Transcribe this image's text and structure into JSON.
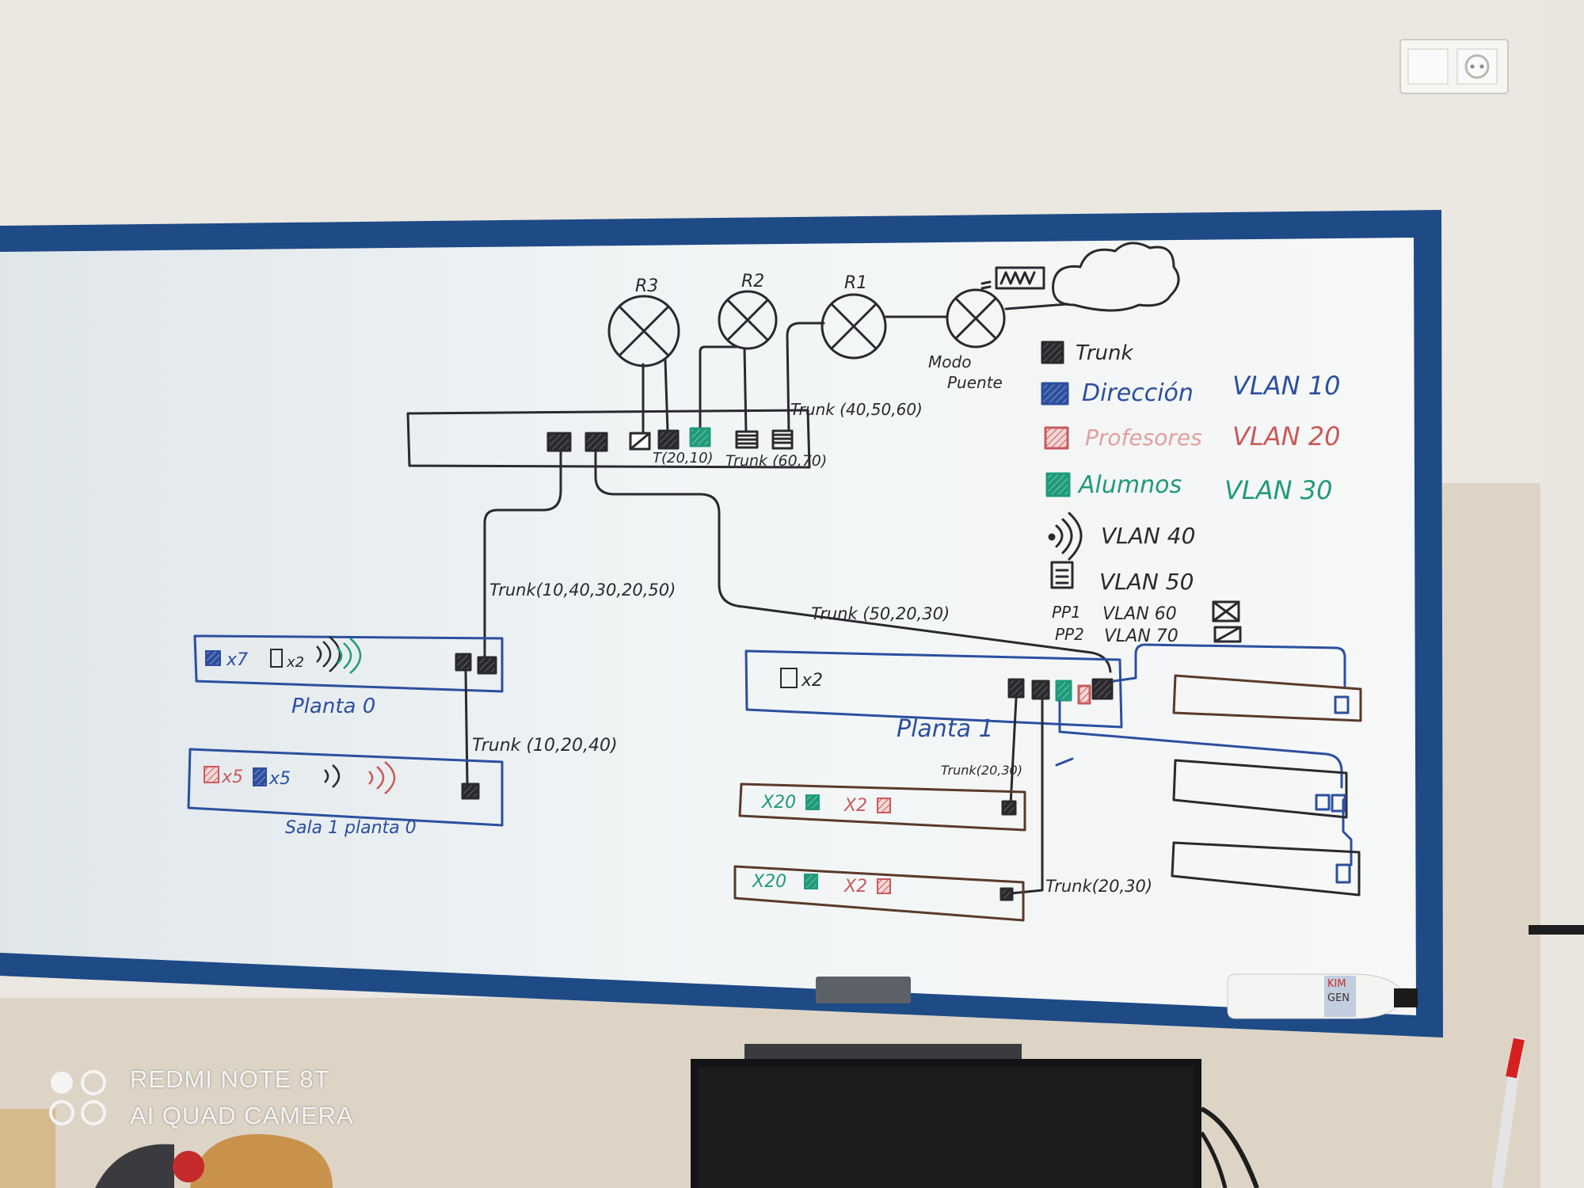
{
  "colors": {
    "wall": "#ebe7e1",
    "wall_lower": "#ddd4c6",
    "frame": "#1e4a86",
    "board": "#eef2f4",
    "ink_black": "#2a2a2e",
    "ink_blue": "#2c4f9e",
    "ink_red": "#c95a5a",
    "ink_green": "#1f9a7a",
    "monitor": "#141416",
    "bottle_cap": "#1b1b1b"
  },
  "icons": [
    "router-icon",
    "cloud-icon",
    "modem-icon",
    "wifi-icon",
    "document-icon",
    "trunk-port-icon",
    "wall-socket-icon"
  ],
  "routers": {
    "r3": "R3",
    "r2": "R2",
    "r1": "R1"
  },
  "modem": {
    "label_line1": "Modo",
    "label_line2": "Puente"
  },
  "core_switch": {
    "trunk_top": "Trunk (40,50,60)",
    "t_label": "T(20,10)",
    "trunk_bottom": "Trunk (60,70)"
  },
  "links": {
    "to_planta0": "Trunk(10,40,30,20,50)",
    "to_planta1": "Trunk (50,20,30)",
    "to_sala1": "Trunk (10,20,40)",
    "planta1_down": "Trunk(20,30)",
    "planta1_down2": "Trunk(20,30)"
  },
  "planta0": {
    "name": "Planta 0",
    "contents": {
      "pc_count": "x7",
      "printer_count": "x2"
    }
  },
  "sala1": {
    "name": "Sala 1 planta 0",
    "contents": {
      "red_count": "x5",
      "blue_count": "x5"
    }
  },
  "planta1": {
    "name": "Planta 1",
    "contents": {
      "printer_count": "x2"
    }
  },
  "lab_switch_1": {
    "green_count": "X20",
    "red_count": "X2"
  },
  "lab_switch_2": {
    "green_count": "X20",
    "red_count": "X2"
  },
  "legend": [
    {
      "name": "Trunk",
      "vlan": "",
      "color": "#2a2a2e"
    },
    {
      "name": "Dirección",
      "vlan": "VLAN 10",
      "color": "#2c4f9e"
    },
    {
      "name": "Profesores",
      "vlan": "VLAN 20",
      "color": "#c95a5a"
    },
    {
      "name": "Alumnos",
      "vlan": "VLAN 30",
      "color": "#1f9a7a"
    },
    {
      "name": "",
      "vlan": "VLAN 40",
      "color": "#2a2a2e"
    },
    {
      "name": "",
      "vlan": "VLAN 50",
      "color": "#2a2a2e"
    },
    {
      "name": "PP1",
      "vlan": "VLAN 60",
      "color": "#2a2a2e"
    },
    {
      "name": "PP2",
      "vlan": "VLAN 70",
      "color": "#2a2a2e"
    }
  ],
  "bottle": {
    "brand_line1": "KIM",
    "brand_line2": "GEN"
  },
  "watermark": {
    "line1": "REDMI NOTE 8T",
    "line2": "AI QUAD CAMERA"
  }
}
